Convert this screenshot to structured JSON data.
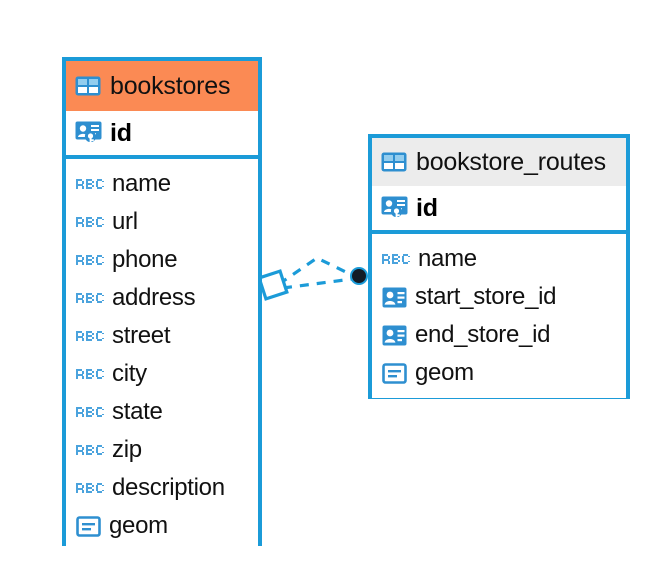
{
  "diagram": {
    "type": "entity-relationship-diagram",
    "background": "#ffffff",
    "colors": {
      "border_blue": "#1b9bd8",
      "header_orange": "#fb8a54",
      "header_grey": "#ececec",
      "icon_blue": "#2e8fd0",
      "icon_light_blue": "#6bb8e4",
      "text_dark": "#111111",
      "connector_blue": "#1b9bd8",
      "connector_dot": "#0d1b2a"
    },
    "tables": [
      {
        "id": "bookstores",
        "name": "bookstores",
        "header_style": "orange",
        "header_icon": "table-icon",
        "primary_key": {
          "name": "id",
          "icon": "primary-key-icon"
        },
        "attributes": [
          {
            "name": "name",
            "icon": "abc-text-icon"
          },
          {
            "name": "url",
            "icon": "abc-text-icon"
          },
          {
            "name": "phone",
            "icon": "abc-text-icon"
          },
          {
            "name": "address",
            "icon": "abc-text-icon"
          },
          {
            "name": "street",
            "icon": "abc-text-icon"
          },
          {
            "name": "city",
            "icon": "abc-text-icon"
          },
          {
            "name": "state",
            "icon": "abc-text-icon"
          },
          {
            "name": "zip",
            "icon": "abc-text-icon"
          },
          {
            "name": "description",
            "icon": "abc-text-icon"
          },
          {
            "name": "geom",
            "icon": "geometry-icon"
          }
        ]
      },
      {
        "id": "bookstore_routes",
        "name": "bookstore_routes",
        "header_style": "grey",
        "header_icon": "table-icon",
        "primary_key": {
          "name": "id",
          "icon": "primary-key-icon"
        },
        "attributes": [
          {
            "name": "name",
            "icon": "abc-text-icon"
          },
          {
            "name": "start_store_id",
            "icon": "foreign-key-icon"
          },
          {
            "name": "end_store_id",
            "icon": "foreign-key-icon"
          },
          {
            "name": "geom",
            "icon": "geometry-icon"
          }
        ]
      }
    ],
    "relationship": {
      "from_table": "bookstores",
      "to_table": "bookstore_routes",
      "line_style": "dashed",
      "source_marker": "diamond-marker",
      "target_marker": "filled-circle-marker"
    }
  }
}
